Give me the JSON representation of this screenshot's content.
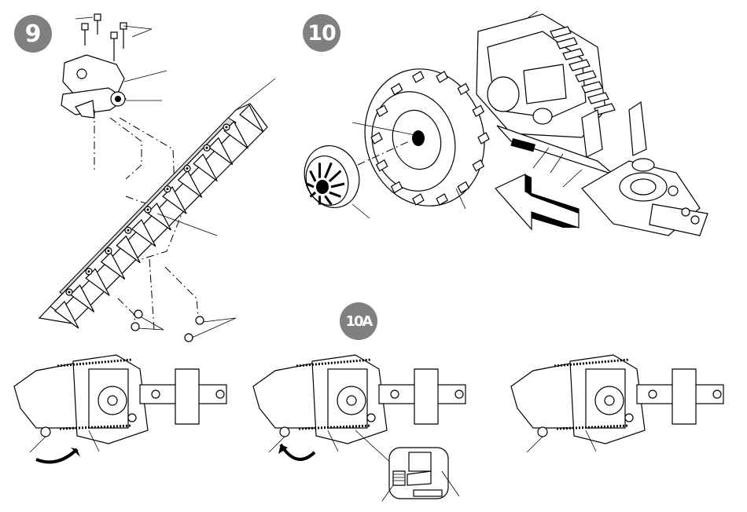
{
  "figure": {
    "step_badges": [
      {
        "id": "step-9",
        "label": "9",
        "color": "#808080"
      },
      {
        "id": "step-10",
        "label": "10",
        "color": "#808080"
      },
      {
        "id": "step-10a",
        "label": "10A",
        "color": "#808080"
      }
    ],
    "line_color": "#000000",
    "background": "#ffffff"
  }
}
